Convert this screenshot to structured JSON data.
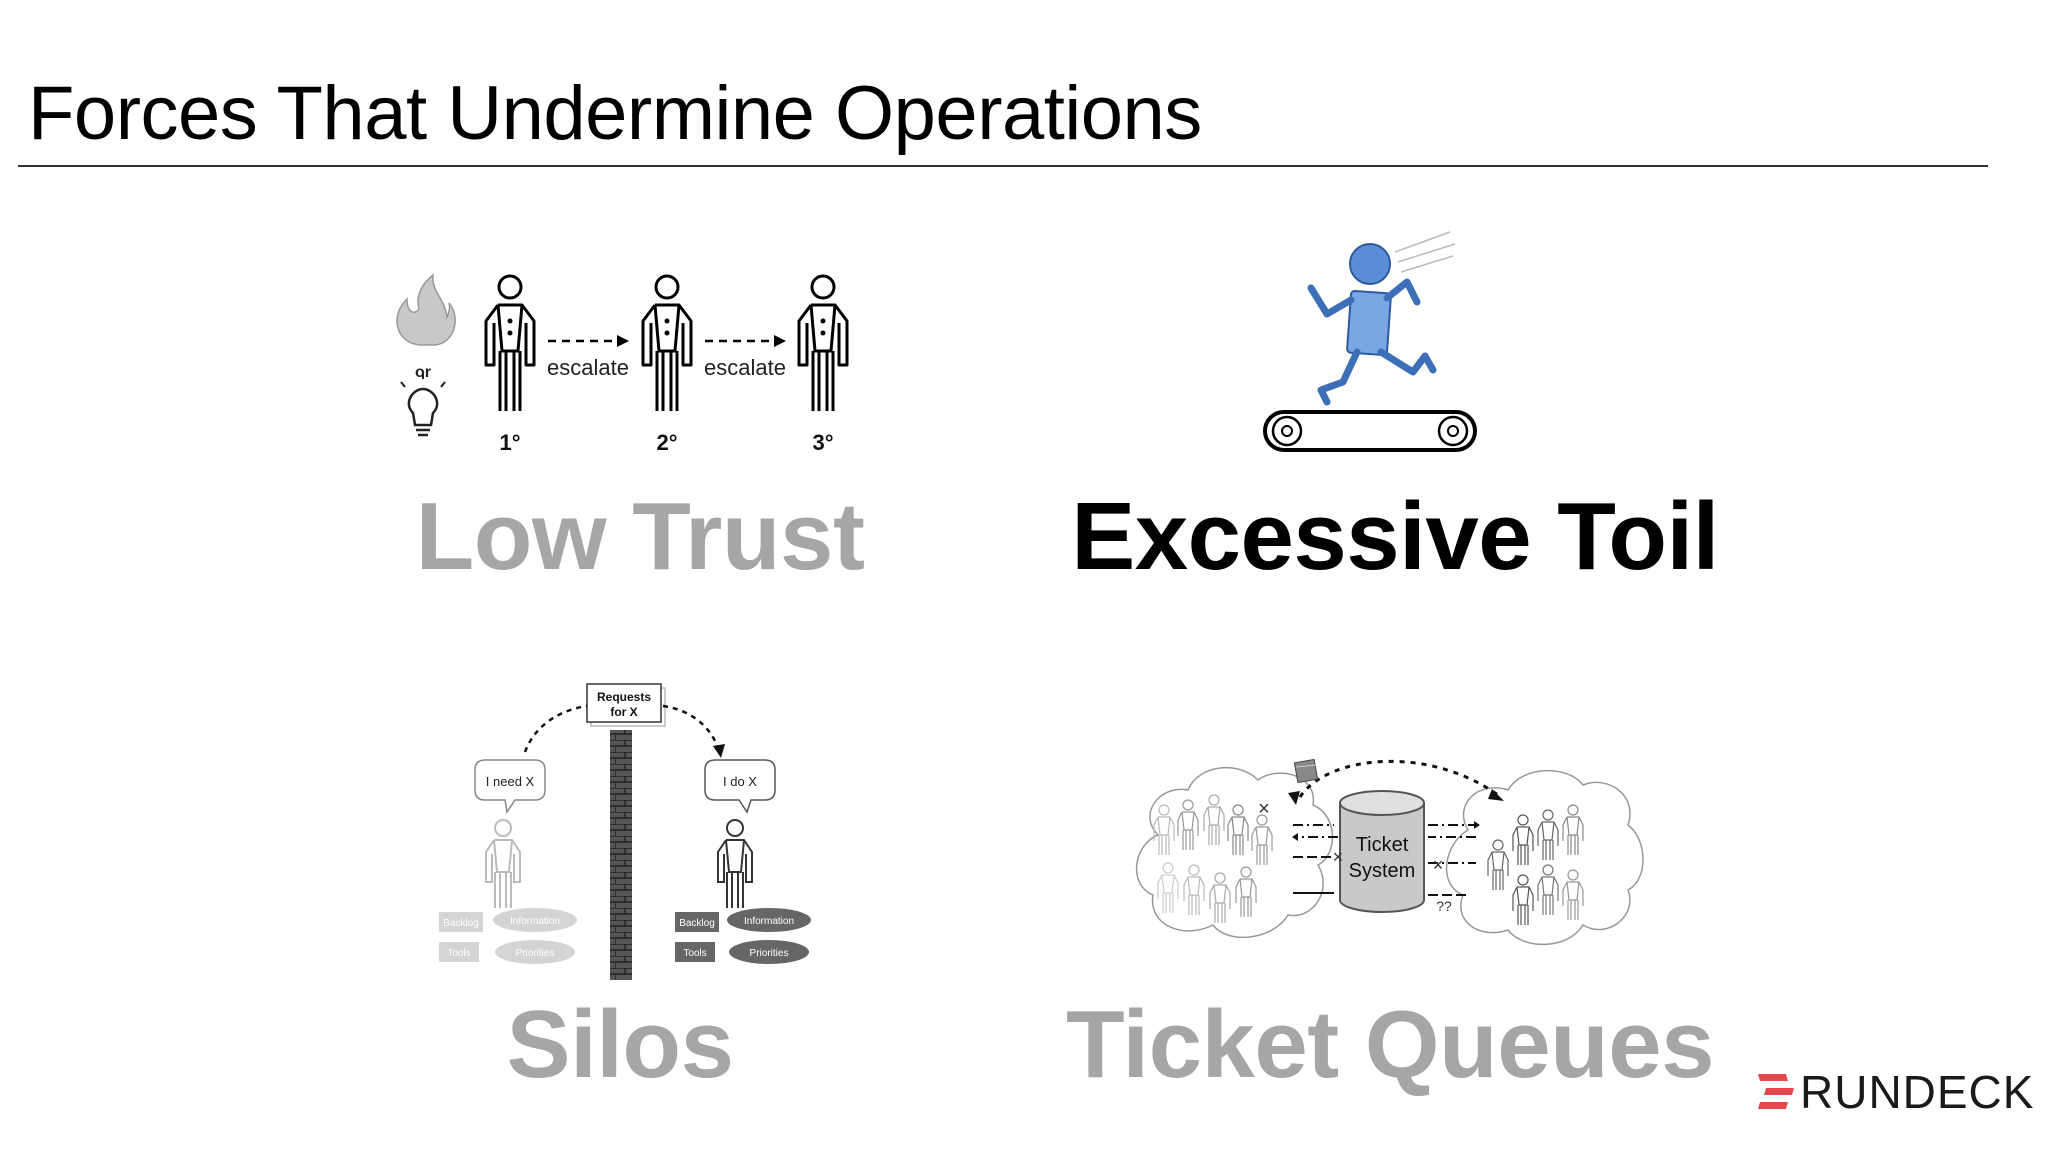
{
  "slide": {
    "title": "Forces That Undermine Operations"
  },
  "quadrants": {
    "low_trust": {
      "label": "Low Trust",
      "or_text": "or",
      "escalate_1": "escalate",
      "escalate_2": "escalate",
      "level_1": "1°",
      "level_2": "2°",
      "level_3": "3°"
    },
    "excessive_toil": {
      "label": "Excessive Toil"
    },
    "silos": {
      "label": "Silos",
      "requests_line1": "Requests",
      "requests_line2": "for X",
      "i_need": "I need X",
      "i_do": "I do X",
      "left_backlog": "Backlog",
      "left_information": "Information",
      "left_tools": "Tools",
      "left_priorities": "Priorities",
      "right_backlog": "Backlog",
      "right_information": "Information",
      "right_tools": "Tools",
      "right_priorities": "Priorities"
    },
    "ticket_queues": {
      "label": "Ticket Queues",
      "system_line1": "Ticket",
      "system_line2": "System",
      "question": "??"
    }
  },
  "brand": {
    "name": "RUNDECK",
    "accent": "#e5484d"
  }
}
